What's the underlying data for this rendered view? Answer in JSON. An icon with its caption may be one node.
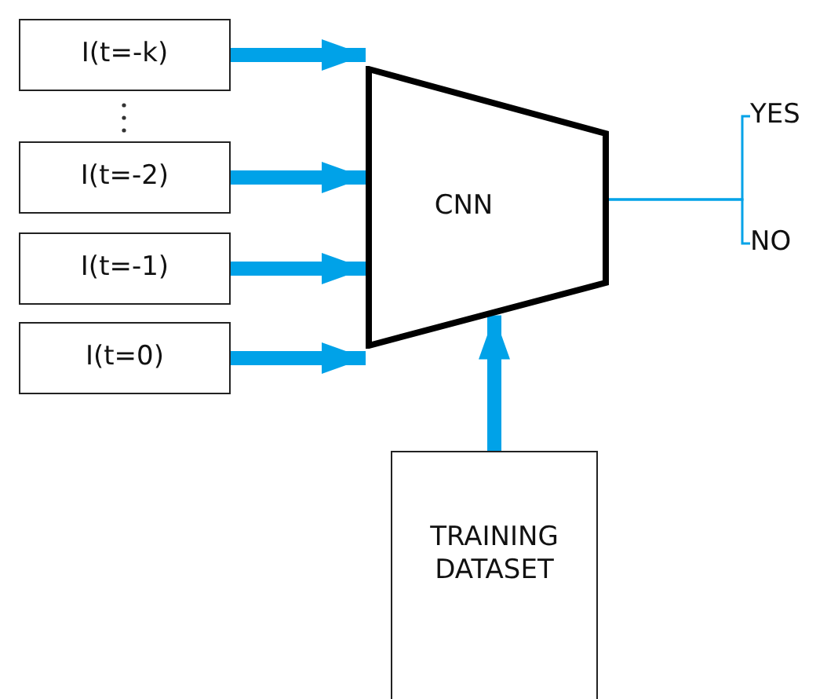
{
  "diagram": {
    "nodes": [
      {
        "text": [
          "I(t=-k)"
        ]
      },
      {
        "text": [
          "I(t=-2)"
        ]
      },
      {
        "text": [
          "I(t=-1)"
        ]
      },
      {
        "text": [
          "I(t=0)"
        ]
      },
      {
        "text": [
          "CNN"
        ]
      },
      {
        "text": [
          "YES"
        ]
      },
      {
        "text": [
          "NO"
        ]
      },
      {
        "text": [
          "TRAINING DATASET"
        ]
      }
    ],
    "edges": [
      {
        "from": 0,
        "to": 4,
        "arrow": "to"
      },
      {
        "from": 1,
        "to": 4,
        "arrow": "to"
      },
      {
        "from": 2,
        "to": 4,
        "arrow": "to"
      },
      {
        "from": 3,
        "to": 4,
        "arrow": "to"
      },
      {
        "from": 7,
        "to": 4,
        "arrow": "to"
      },
      {
        "from": 4,
        "to": 5,
        "arrow": "none"
      },
      {
        "from": 4,
        "to": 6,
        "arrow": "none"
      }
    ]
  }
}
